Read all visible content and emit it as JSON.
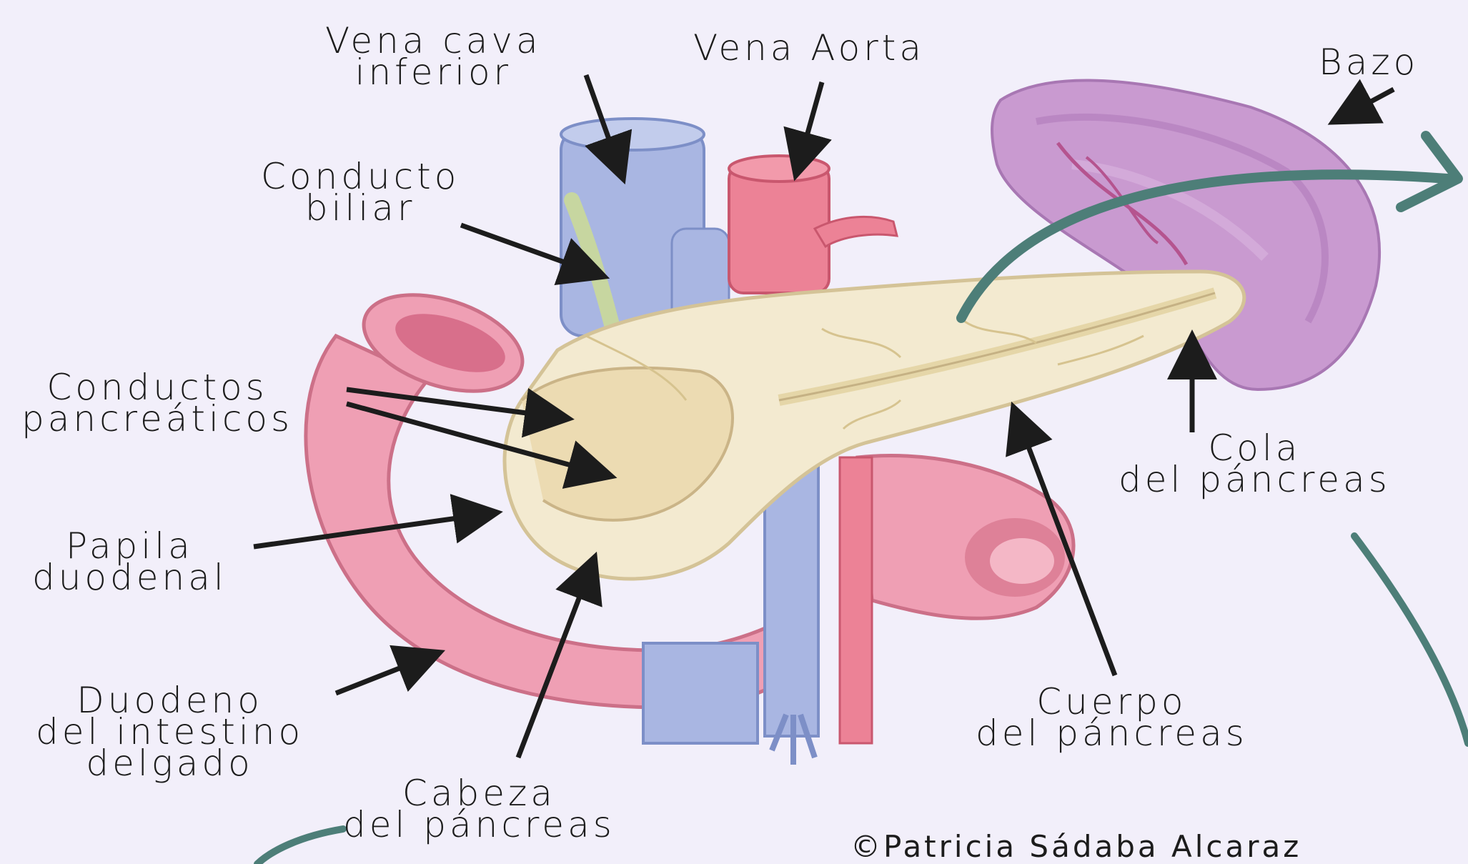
{
  "labels": {
    "vena_cava": [
      "Vena cava",
      "inferior"
    ],
    "vena_aorta": [
      "Vena Aorta"
    ],
    "bazo": [
      "Bazo"
    ],
    "conducto_biliar": [
      "Conducto",
      "biliar"
    ],
    "conductos_pancreaticos": [
      "Conductos",
      "pancreáticos"
    ],
    "papila": [
      "Papila",
      "duodenal"
    ],
    "duodeno": [
      "Duodeno",
      "del intestino",
      "delgado"
    ],
    "cabeza": [
      "Cabeza",
      "del páncreas"
    ],
    "cuerpo": [
      "Cuerpo",
      "del páncreas"
    ],
    "cola": [
      "Cola",
      "del páncreas"
    ]
  },
  "credit": "©Patricia Sádaba Alcaraz",
  "colors": {
    "background": "#f2effa",
    "pancreas": "#f3ead0",
    "duodenum": "#ef9fb4",
    "vena_cava": "#a9b6e2",
    "aorta": "#ec8296",
    "spleen": "#c99ad0",
    "bile_duct": "#c7d6a0",
    "teal_arrow": "#4d7e78",
    "pointer": "#1c1c1c"
  }
}
